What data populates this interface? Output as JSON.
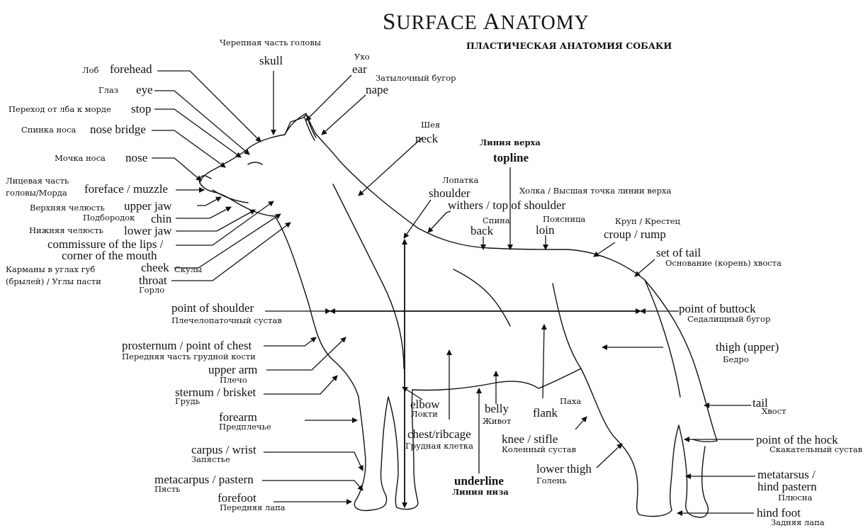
{
  "title": "Surface Anatomy",
  "title_first_letters": [
    "S",
    "A"
  ],
  "title_rest": [
    "URFACE",
    "NATOMY"
  ],
  "subtitle": "ПЛАСТИЧЕСКАЯ АНАТОМИЯ СОБАКИ",
  "labels": {
    "skull": {
      "en": "skull",
      "ru": "Черепная часть головы"
    },
    "ear": {
      "en": "ear",
      "ru": "Ухо"
    },
    "nape": {
      "en": "nape",
      "ru": "Затылочный бугор"
    },
    "forehead": {
      "en": "forehead",
      "ru": "Лоб"
    },
    "eye": {
      "en": "eye",
      "ru": "Глаз"
    },
    "stop": {
      "en": "stop",
      "ru": "Переход от лба к морде"
    },
    "nose_bridge": {
      "en": "nose bridge",
      "ru": "Спинка носа"
    },
    "nose": {
      "en": "nose",
      "ru": "Мочка носа"
    },
    "foreface": {
      "en": "foreface / muzzle",
      "ru_line1": "Лицевая часть",
      "ru_line2": "головы/Морда"
    },
    "upper_jaw": {
      "en": "upper jaw",
      "ru": "Верхняя челюсть"
    },
    "chin": {
      "en": "chin",
      "ru": "Подбородок"
    },
    "lower_jaw": {
      "en": "lower jaw",
      "ru": "Нижняя челюсть"
    },
    "commissure": {
      "en_line1": "commissure of the lips /",
      "en_line2": "corner of the mouth",
      "ru_line1": "Карманы в углах губ",
      "ru_line2": "(брылей) / Углы пасти"
    },
    "cheek": {
      "en": "cheek",
      "ru": "Скулы"
    },
    "throat": {
      "en": "throat",
      "ru": "Горло"
    },
    "neck": {
      "en": "neck",
      "ru": "Шея"
    },
    "topline": {
      "en": "topline",
      "ru": "Линия верха"
    },
    "shoulder": {
      "en": "shoulder",
      "ru": "Лопатка"
    },
    "withers": {
      "en": "withers / top of shoulder",
      "ru": "Холка / Высшая точка линии верха"
    },
    "back": {
      "en": "back",
      "ru": "Спина"
    },
    "loin": {
      "en": "loin",
      "ru": "Поясница"
    },
    "croup": {
      "en": "croup / rump",
      "ru": "Круп / Крестец"
    },
    "set_of_tail": {
      "en": "set of tail",
      "ru": "Основание (корень) хвоста"
    },
    "point_of_shoulder": {
      "en": "point of shoulder",
      "ru": "Плечелопаточный сустав"
    },
    "point_of_buttock": {
      "en": "point of buttock",
      "ru": "Седалищный бугор"
    },
    "prosternum": {
      "en": "prosternum / point of chest",
      "ru": "Передняя часть грудной кости"
    },
    "upper_arm": {
      "en": "upper arm",
      "ru": "Плечо"
    },
    "sternum": {
      "en": "sternum / brisket",
      "ru": "Грудь"
    },
    "thigh": {
      "en": "thigh (upper)",
      "ru": "Бедро"
    },
    "elbow": {
      "en": "elbow",
      "ru": "Локти"
    },
    "belly": {
      "en": "belly",
      "ru": "Живот"
    },
    "flank": {
      "en": "flank",
      "ru": "Паха"
    },
    "tail": {
      "en": "tail",
      "ru": "Хвост"
    },
    "forearm": {
      "en": "forearm",
      "ru": "Предплечье"
    },
    "chest": {
      "en": "chest/ribcage",
      "ru": "Грудная клетка"
    },
    "knee": {
      "en": "knee / stifle",
      "ru": "Коленный сустав"
    },
    "point_of_hock": {
      "en": "point of the hock",
      "ru": "Скакательный сустав"
    },
    "carpus": {
      "en": "carpus / wrist",
      "ru": "Запястье"
    },
    "underline": {
      "en": "underline",
      "ru": "Линия низа"
    },
    "lower_thigh": {
      "en": "lower thigh",
      "ru": "Голень"
    },
    "metatarsus": {
      "en_line1": "metatarsus /",
      "en_line2": "hind pastern",
      "ru": "Плюсна"
    },
    "metacarpus": {
      "en": "metacarpus / pastern",
      "ru": "Пясть"
    },
    "forefoot": {
      "en": "forefoot",
      "ru": "Передняя лапа"
    },
    "hind_foot": {
      "en": "hind foot",
      "ru": "Задняя лапа"
    }
  },
  "colors": {
    "ink": "#111111",
    "background": "#ffffff"
  }
}
